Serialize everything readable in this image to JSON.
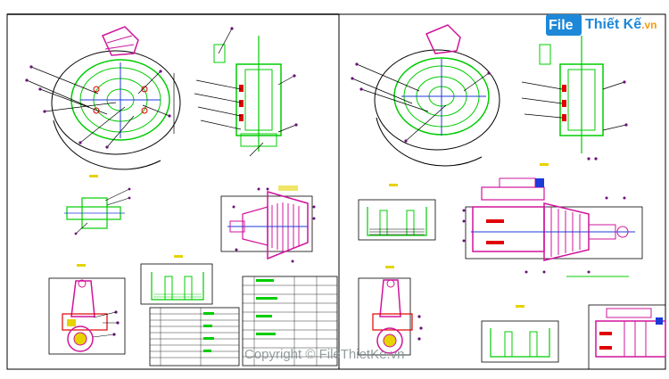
{
  "watermark": {
    "brand_file": "File",
    "brand_name": "Thiết Kế",
    "brand_domain": ".vn",
    "copyright": "Copyright © FileThietKe.vn"
  },
  "colors": {
    "frame": "#000000",
    "green": "#00cc00",
    "magenta": "#d0149b",
    "purple": "#6a0f7a",
    "red": "#e00000",
    "yellow": "#e6d300",
    "blue": "#1c3ad8",
    "watermark_blue": "#1e88d8",
    "watermark_orange": "#f39c12"
  }
}
